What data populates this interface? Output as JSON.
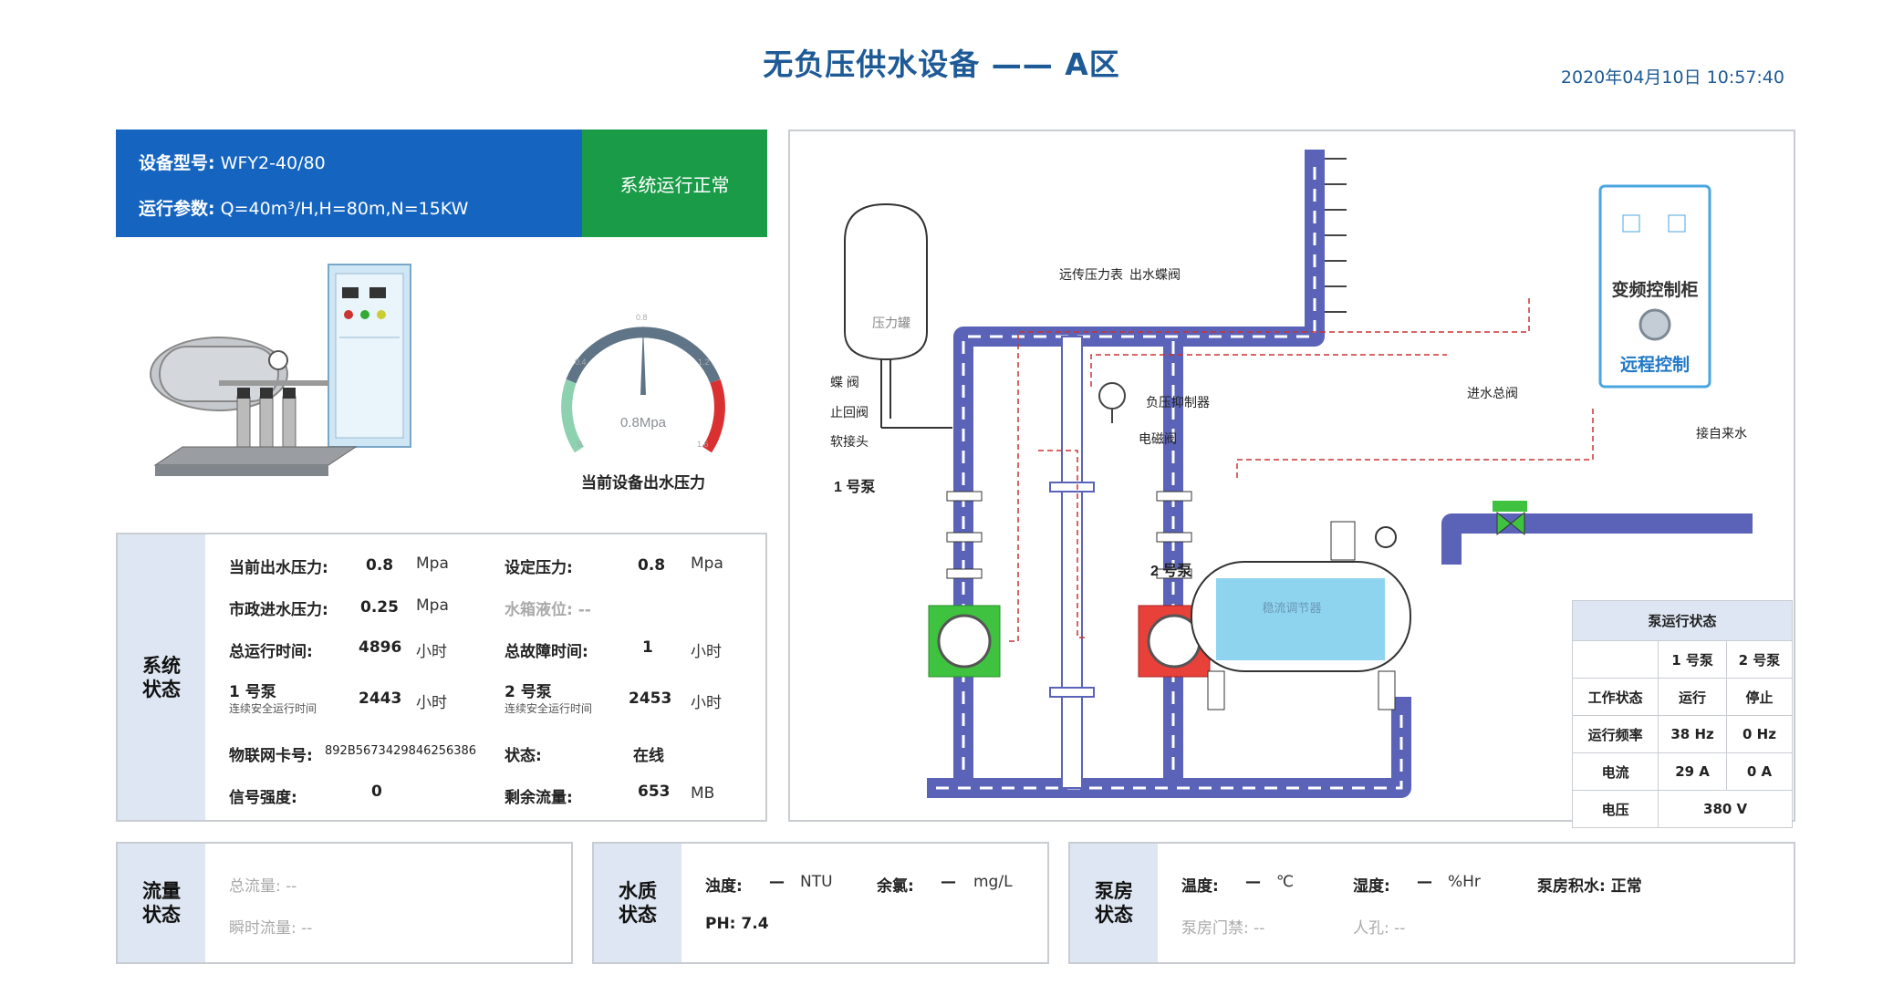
{
  "header": {
    "title": "无负压供水设备 —— A区",
    "datetime": "2020年04月10日 10:57:40"
  },
  "info": {
    "model_label": "设备型号:",
    "model_value": "WFY2-40/80",
    "params_label": "运行参数:",
    "params_value": "Q=40m³/H,H=80m,N=15KW",
    "status_text": "系统运行正常",
    "status_color": "#1a9b48",
    "banner_color": "#1565c0"
  },
  "gauge": {
    "value": 0.8,
    "min": 0,
    "max": 1.6,
    "ticks": [
      "0",
      "0.4",
      "0.8",
      "1.2",
      "1.6"
    ],
    "display": "0.8Mpa",
    "label": "当前设备出水压力"
  },
  "system_status": {
    "side_label": "系统状态",
    "current_pressure_label": "当前出水压力:",
    "current_pressure_value": "0.8",
    "current_pressure_unit": "Mpa",
    "set_pressure_label": "设定压力:",
    "set_pressure_value": "0.8",
    "set_pressure_unit": "Mpa",
    "city_pressure_label": "市政进水压力:",
    "city_pressure_value": "0.25",
    "city_pressure_unit": "Mpa",
    "tank_level_label": "水箱液位: --",
    "total_run_label": "总运行时间:",
    "total_run_value": "4896",
    "total_run_unit": "小时",
    "total_fault_label": "总故障时间:",
    "total_fault_value": "1",
    "total_fault_unit": "小时",
    "pump1_label": "1 号泵",
    "pump1_sub": "连续安全运行时间",
    "pump1_value": "2443",
    "pump1_unit": "小时",
    "pump2_label": "2 号泵",
    "pump2_sub": "连续安全运行时间",
    "pump2_value": "2453",
    "pump2_unit": "小时",
    "iot_label": "物联网卡号:",
    "iot_value": "892B5673429846256386",
    "state_label": "状态:",
    "state_value": "在线",
    "signal_label": "信号强度:",
    "signal_value": "0",
    "remain_label": "剩余流量:",
    "remain_value": "653",
    "remain_unit": "MB"
  },
  "flow_status": {
    "side_label": "流量状态",
    "total_label": "总流量: --",
    "instant_label": "瞬时流量: --"
  },
  "water_quality": {
    "side_label": "水质状态",
    "turbidity_label": "浊度:",
    "turbidity_value": "—",
    "turbidity_unit": "NTU",
    "chlorine_label": "余氯:",
    "chlorine_value": "—",
    "chlorine_unit": "mg/L",
    "ph_label": "PH: 7.4"
  },
  "pump_room": {
    "side_label": "泵房状态",
    "temp_label": "温度:",
    "temp_value": "—",
    "temp_unit": "℃",
    "humidity_label": "湿度:",
    "humidity_value": "—",
    "humidity_unit": "%Hr",
    "flood_label": "泵房积水: 正常",
    "door_label": "泵房门禁: --",
    "manhole_label": "人孔: --"
  },
  "diagram": {
    "pressure_tank": "压力罐",
    "remote_gauge": "远传压力表",
    "outlet_valve": "出水蝶阀",
    "butterfly_valve": "蝶 阀",
    "check_valve": "止回阀",
    "soft_joint": "软接头",
    "pump1": "1 号泵",
    "pump2": "2 号泵",
    "neg_pressure": "负压抑制器",
    "solenoid": "电磁阀",
    "stabilizer": "稳流调节器",
    "inlet_valve": "进水总阀",
    "city_water": "接自来水",
    "vfd_title": "变频控制柜",
    "remote_control": "远程控制",
    "pump1_color": "#3fc23f",
    "pump2_color": "#e8413a",
    "pipe_color": "#5a63b8"
  },
  "pump_table": {
    "title": "泵运行状态",
    "col1": "1 号泵",
    "col2": "2 号泵",
    "rows": [
      {
        "label": "工作状态",
        "p1": "运行",
        "p2": "停止"
      },
      {
        "label": "运行频率",
        "p1": "38 Hz",
        "p2": "0 Hz"
      },
      {
        "label": "电流",
        "p1": "29  A",
        "p2": "0  A"
      }
    ],
    "voltage_label": "电压",
    "voltage_value": "380 V"
  }
}
